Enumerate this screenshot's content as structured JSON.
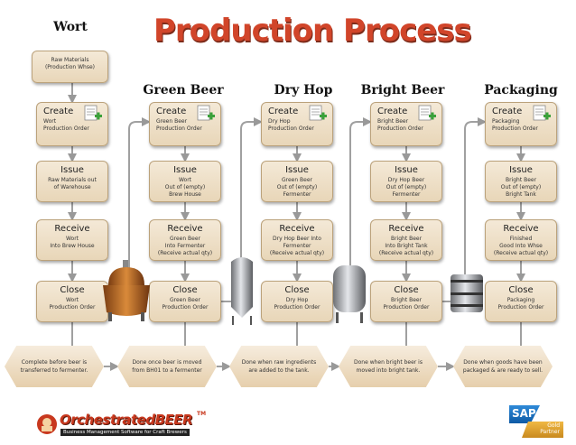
{
  "title": "Production Process",
  "wort_header": "Wort",
  "raw_box": {
    "text": "Raw Materials\n(Production Whse)"
  },
  "columns": [
    {
      "header": "",
      "create": {
        "title": "Create",
        "sub": "Wort\nProduction Order"
      },
      "issue": {
        "title": "Issue",
        "sub": "Raw Materials out\nof Warehouse"
      },
      "receive": {
        "title": "Receive",
        "sub": "Wort\nInto Brew House"
      },
      "close": {
        "title": "Close",
        "sub": "Wort\nProduction Order"
      },
      "note": "Complete before beer is\ntransferred to fermenter."
    },
    {
      "header": "Green Beer",
      "create": {
        "title": "Create",
        "sub": "Green Beer\nProduction Order"
      },
      "issue": {
        "title": "Issue",
        "sub": "Wort\nOut of (empty)\nBrew House"
      },
      "receive": {
        "title": "Receive",
        "sub": "Green Beer\nInto Fermenter\n(Receive actual qty)"
      },
      "close": {
        "title": "Close",
        "sub": "Green Beer\nProduction Order"
      },
      "note": "Done once beer is moved\nfrom BH01 to a fermenter"
    },
    {
      "header": "Dry Hop",
      "create": {
        "title": "Create",
        "sub": "Dry Hop\nProduction Order"
      },
      "issue": {
        "title": "Issue",
        "sub": "Green Beer\nOut of (empty)\nFermenter"
      },
      "receive": {
        "title": "Receive",
        "sub": "Dry Hop Beer Into\nFermenter\n(Receive actual qty)"
      },
      "close": {
        "title": "Close",
        "sub": "Dry Hop\nProduction Order"
      },
      "note": "Done when raw ingredients\nare added to the tank."
    },
    {
      "header": "Bright Beer",
      "create": {
        "title": "Create",
        "sub": "Bright Beer\nProduction Order"
      },
      "issue": {
        "title": "Issue",
        "sub": "Dry Hop Beer\nOut of (empty)\nFermenter"
      },
      "receive": {
        "title": "Receive",
        "sub": "Bright Beer\nInto Bright Tank\n(Receive actual qty)"
      },
      "close": {
        "title": "Close",
        "sub": "Bright Beer\nProduction Order"
      },
      "note": "Done when bright beer is\nmoved into bright tank."
    },
    {
      "header": "Packaging",
      "create": {
        "title": "Create",
        "sub": "Packaging\nProduction Order"
      },
      "issue": {
        "title": "Issue",
        "sub": "Bright Beer\nOut of (empty)\nBright Tank"
      },
      "receive": {
        "title": "Receive",
        "sub": "Finished\nGood Into Whse\n(Receive actual qty)"
      },
      "close": {
        "title": "Close",
        "sub": "Packaging\nProduction Order"
      },
      "note": "Done when goods have been\npackaged & are ready to sell."
    }
  ],
  "logo": {
    "brand": "OrchestratedBEER",
    "tm": "TM",
    "tagline": "Business Management Software for Craft Brewers"
  },
  "partner": {
    "brand": "SAP",
    "line1": "Gold",
    "line2": "Partner"
  },
  "colors": {
    "title": "#d1452a",
    "line": "#999999",
    "box": "#efe2cb",
    "brand_red": "#c8381e",
    "sap_blue": "#1668b5",
    "gold": "#d89a2a"
  }
}
